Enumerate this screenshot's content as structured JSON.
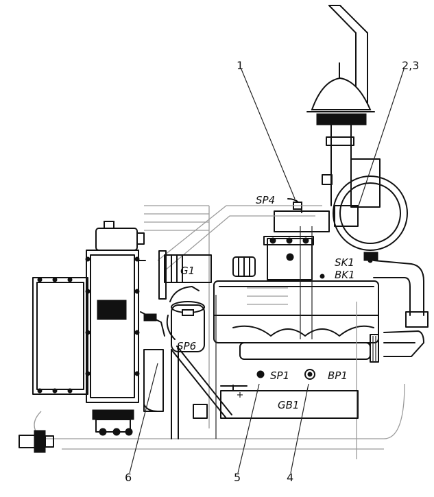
{
  "callouts": [
    {
      "id": "c1",
      "text": "1"
    },
    {
      "id": "c23",
      "text": "2,3"
    },
    {
      "id": "c4",
      "text": "4"
    },
    {
      "id": "c5",
      "text": "5"
    },
    {
      "id": "c6",
      "text": "6"
    }
  ],
  "labels": {
    "sp4": "SP4",
    "g1": "G1",
    "sk1": "SK1",
    "bk1": "BK1",
    "sp6": "SP6",
    "sp1": "SP1",
    "bp1": "BP1",
    "gb1": "GB1"
  }
}
